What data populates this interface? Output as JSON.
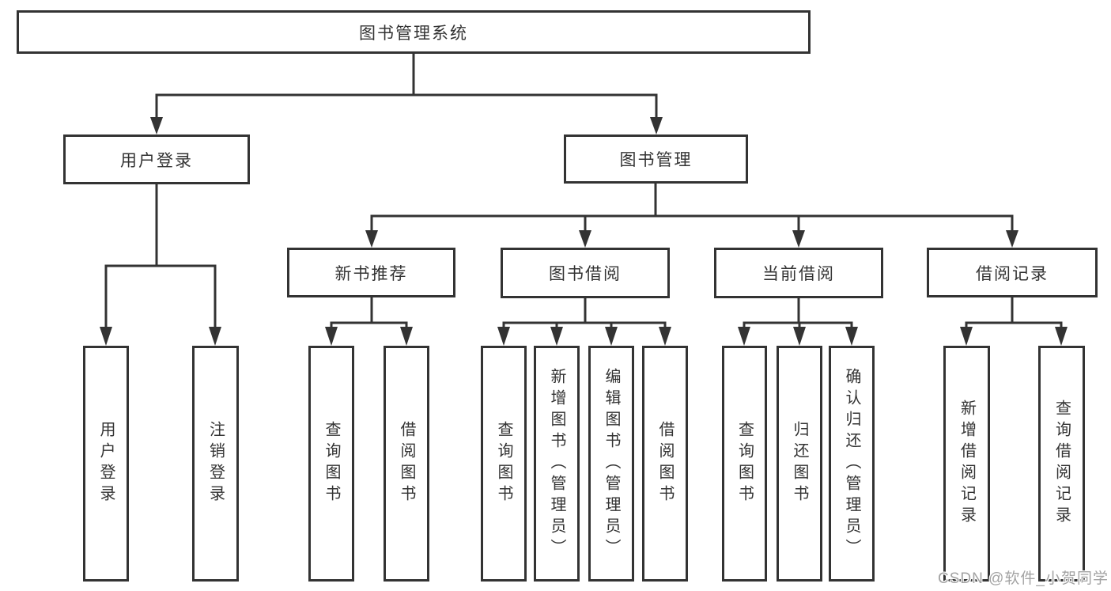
{
  "colors": {
    "line": "#333333",
    "border": "#333333",
    "text": "#333333",
    "background": "#ffffff",
    "watermark": "#a3a3a3"
  },
  "tree": {
    "root": {
      "label": "图书管理系统",
      "children": [
        {
          "label": "用户登录",
          "children": [
            {
              "label": "用户登录"
            },
            {
              "label": "注销登录"
            }
          ]
        },
        {
          "label": "图书管理",
          "children": [
            {
              "label": "新书推荐",
              "children": [
                {
                  "label": "查询图书"
                },
                {
                  "label": "借阅图书"
                }
              ]
            },
            {
              "label": "图书借阅",
              "children": [
                {
                  "label": "查询图书"
                },
                {
                  "label": "新增图书（管理员）"
                },
                {
                  "label": "编辑图书（管理员）"
                },
                {
                  "label": "借阅图书"
                }
              ]
            },
            {
              "label": "当前借阅",
              "children": [
                {
                  "label": "查询图书"
                },
                {
                  "label": "归还图书"
                },
                {
                  "label": "确认归还（管理员）"
                }
              ]
            },
            {
              "label": "借阅记录",
              "children": [
                {
                  "label": "新增借阅记录"
                },
                {
                  "label": "查询借阅记录"
                }
              ]
            }
          ]
        }
      ]
    }
  },
  "watermark": {
    "text": "CSDN @软件_小贺同学"
  }
}
